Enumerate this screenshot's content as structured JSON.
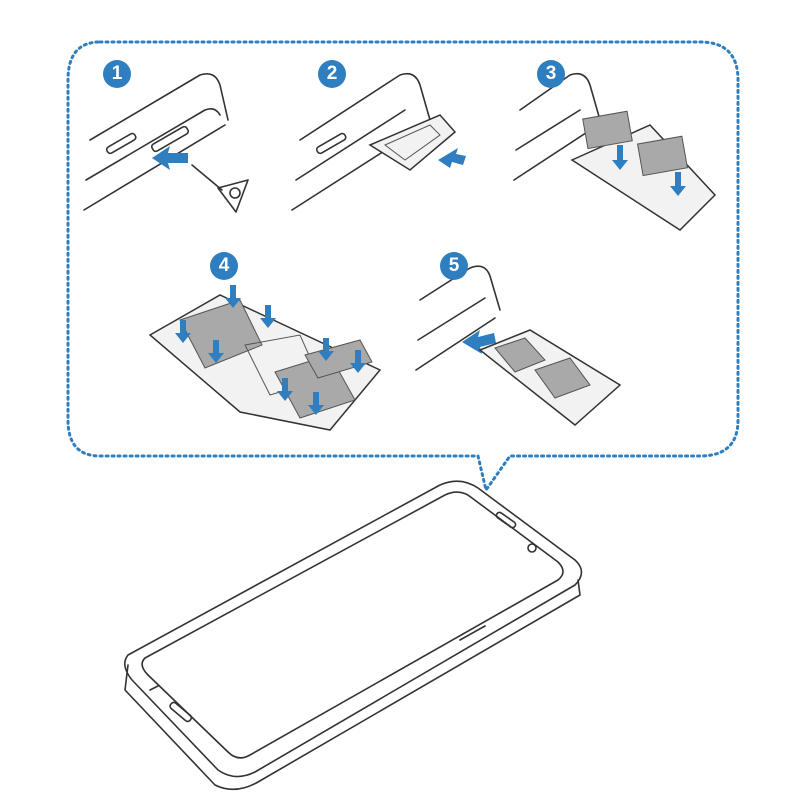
{
  "colors": {
    "accent": "#2f7fc0",
    "border": "#2f7fc0",
    "line": "#333333",
    "sim": "#a9a9a9"
  },
  "steps": [
    {
      "number": "1"
    },
    {
      "number": "2"
    },
    {
      "number": "3"
    },
    {
      "number": "4"
    },
    {
      "number": "5"
    }
  ]
}
